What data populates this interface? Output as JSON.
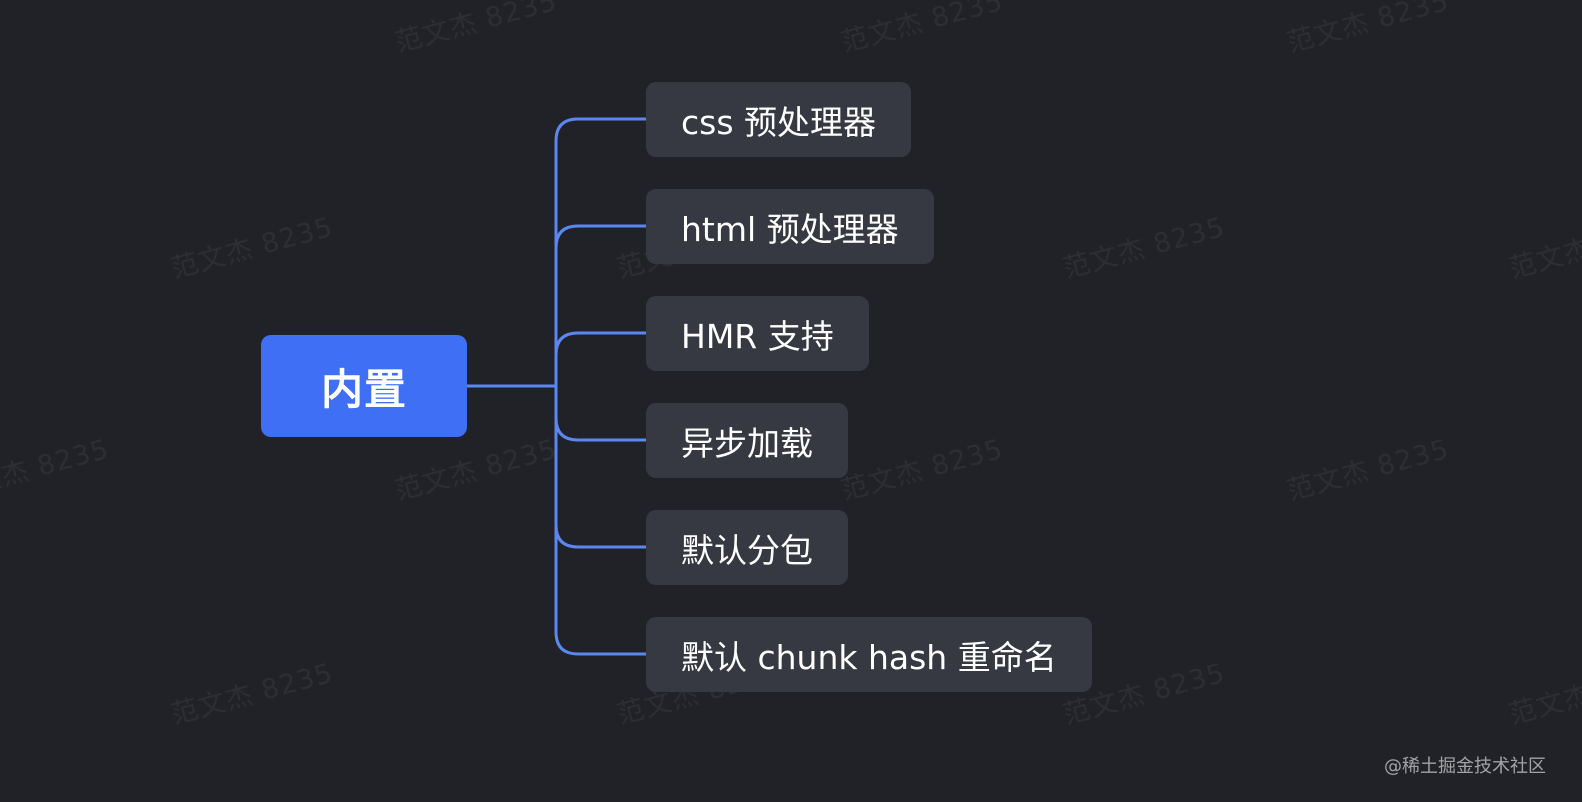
{
  "mindmap": {
    "root": {
      "label": "内置"
    },
    "children": [
      {
        "label": "css 预处理器"
      },
      {
        "label": "html 预处理器"
      },
      {
        "label": "HMR 支持"
      },
      {
        "label": "异步加载"
      },
      {
        "label": "默认分包"
      },
      {
        "label": "默认 chunk hash 重命名"
      }
    ]
  },
  "watermark": {
    "text": "范文杰 8235"
  },
  "credit": {
    "text": "@稀土掘金技术社区"
  },
  "colors": {
    "background": "#202227",
    "root_fill": "#3f6ff5",
    "node_fill": "#363941",
    "connector": "#5b87f0",
    "text": "#ffffff"
  }
}
